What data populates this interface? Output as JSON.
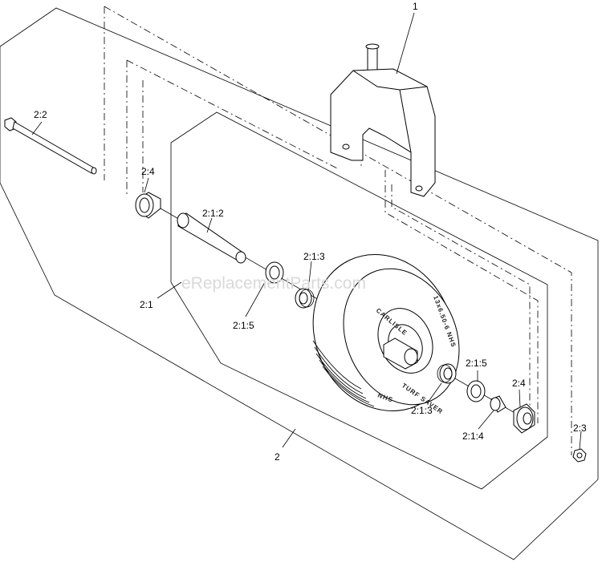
{
  "watermark": "eReplacementParts.com",
  "tire_text_outer": "CARLISLE",
  "tire_text_size": "13x6.50-6 NHS",
  "tire_text_inner": "TURF SAVER",
  "tire_text_bottom": "NHS",
  "callouts": {
    "fork": "1",
    "assembly": "2",
    "bolt": "2:2",
    "spacer_left": "2:4",
    "spacer_right": "2:4",
    "axle_tube": "2:1:2",
    "bearing_left": "2:1:3",
    "bearing_right": "2:1:3",
    "seal_left": "2:1:5",
    "seal_right": "2:1:5",
    "wheel_assembly": "2:1",
    "bushing": "2:1:4",
    "nut": "2:3"
  }
}
